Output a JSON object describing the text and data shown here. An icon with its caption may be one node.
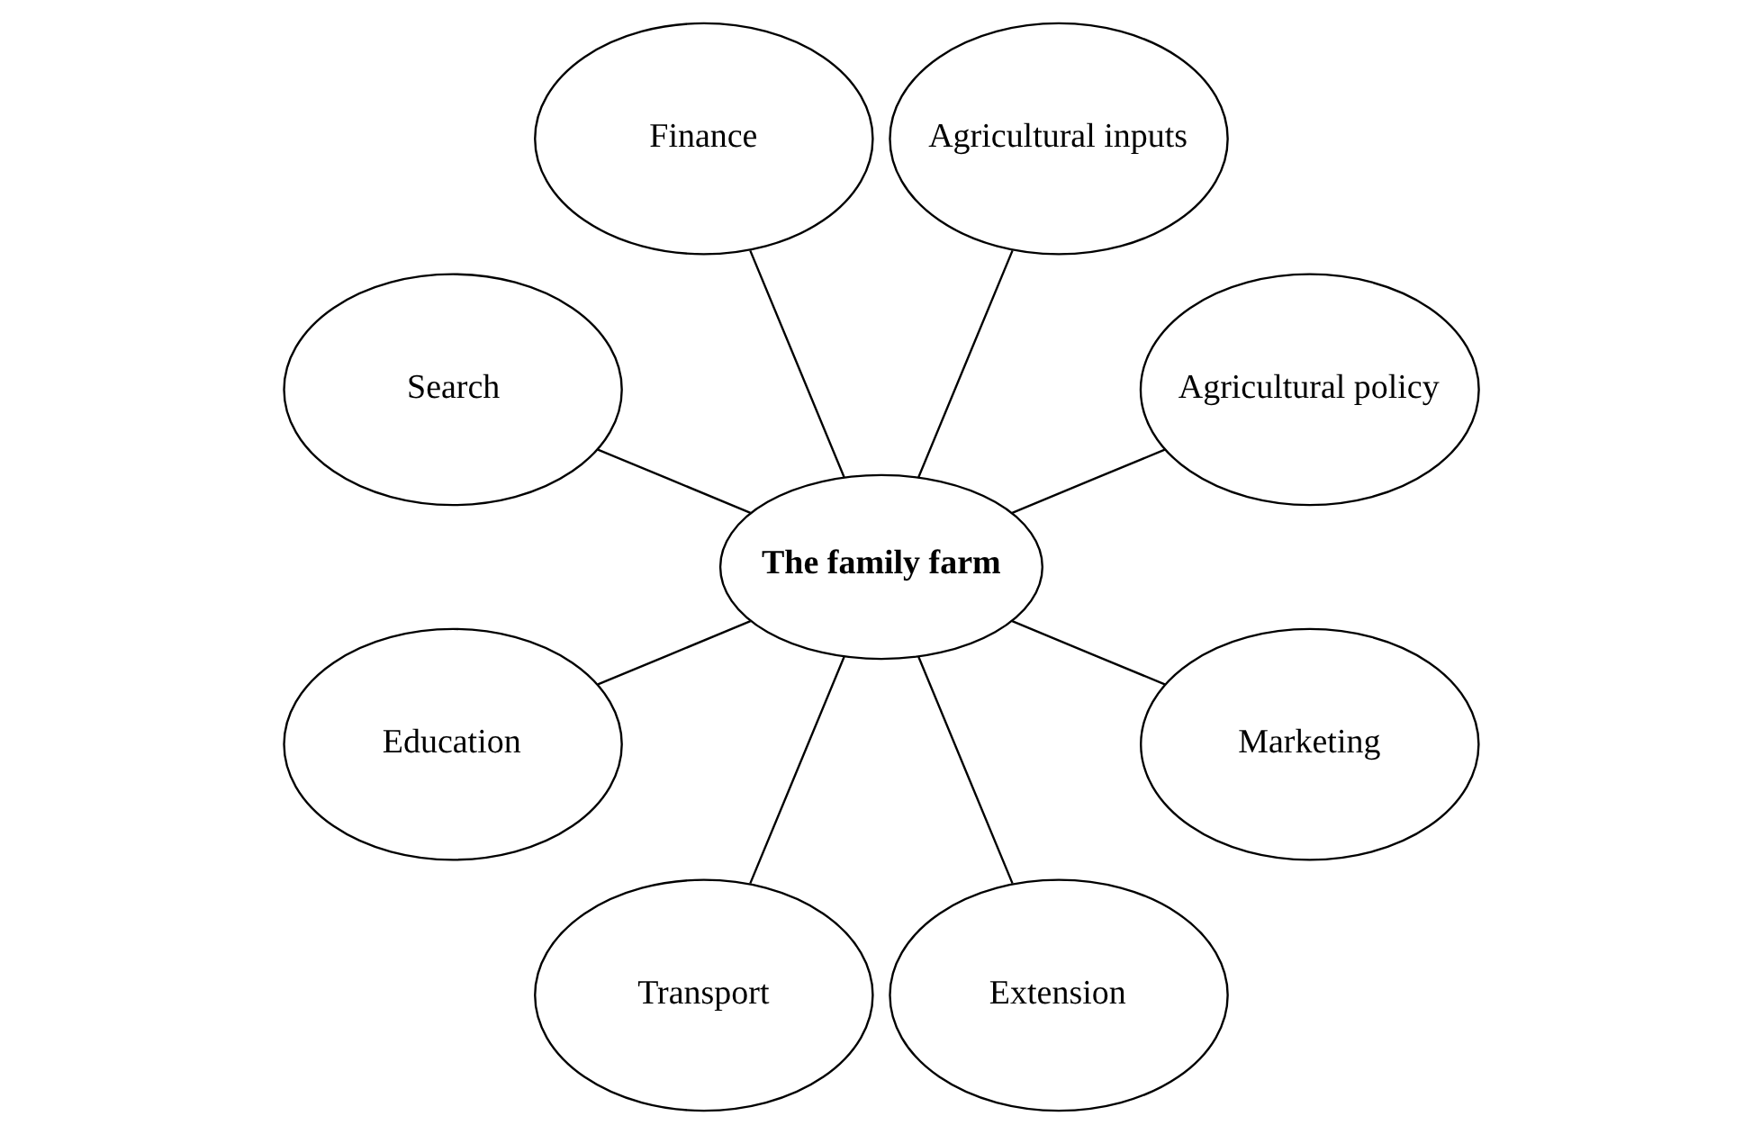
{
  "diagram": {
    "nodes": [
      {
        "text": [
          "Agricultural policy"
        ]
      },
      {
        "text": [
          "Agricultural inputs"
        ]
      },
      {
        "text": [
          "Finance"
        ]
      },
      {
        "text": [
          "Search"
        ]
      },
      {
        "text": [
          "Education"
        ]
      },
      {
        "text": [
          "The family farm"
        ]
      },
      {
        "text": [
          "Transport"
        ]
      },
      {
        "text": [
          "Extension"
        ]
      },
      {
        "text": [
          "Marketing"
        ]
      }
    ],
    "edges": [
      {
        "from": 5,
        "to": 0,
        "arrow": "none"
      },
      {
        "from": 5,
        "to": 1,
        "arrow": "none"
      },
      {
        "from": 5,
        "to": 3,
        "arrow": "none"
      },
      {
        "from": 5,
        "to": 7,
        "arrow": "none"
      },
      {
        "from": 5,
        "to": 8,
        "arrow": "none"
      },
      {
        "from": 5,
        "to": 6,
        "arrow": "none"
      },
      {
        "from": 5,
        "to": 4,
        "arrow": "none"
      },
      {
        "from": 5,
        "to": 2,
        "arrow": "none"
      }
    ]
  }
}
